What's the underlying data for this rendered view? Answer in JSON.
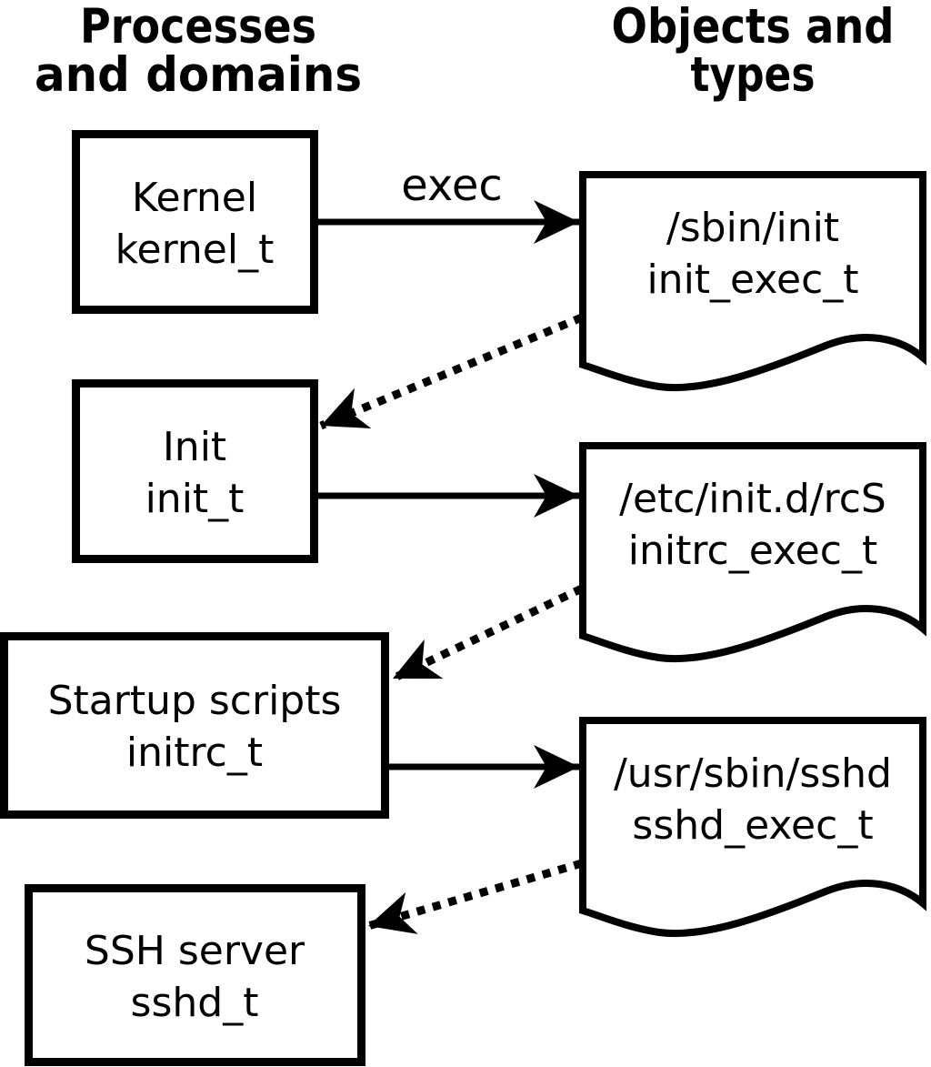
{
  "diagram": {
    "column_headers": {
      "left": {
        "line1": "Processes",
        "line2": "and domains"
      },
      "right": {
        "line1": "Objects and",
        "line2": "types"
      }
    },
    "processes": [
      {
        "name": "Kernel",
        "domain": "kernel_t"
      },
      {
        "name": "Init",
        "domain": "init_t"
      },
      {
        "name": "Startup scripts",
        "domain": "initrc_t"
      },
      {
        "name": "SSH server",
        "domain": "sshd_t"
      }
    ],
    "objects": [
      {
        "path": "/sbin/init",
        "type": "init_exec_t"
      },
      {
        "path": "/etc/init.d/rcS",
        "type": "initrc_exec_t"
      },
      {
        "path": "/usr/sbin/sshd",
        "type": "sshd_exec_t"
      }
    ],
    "edge_label": "exec",
    "colors": {
      "foreground": "#000000",
      "background": "#ffffff"
    }
  }
}
